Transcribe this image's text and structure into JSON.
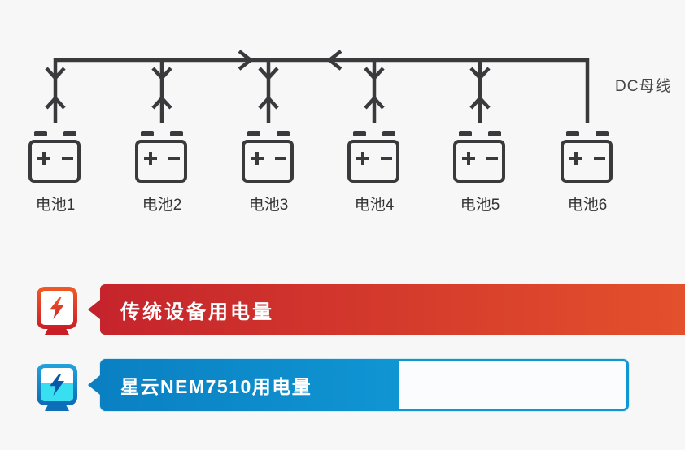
{
  "background_color": "#f7f7f8",
  "diagram": {
    "bus_label": "DC母线",
    "line_color": "#3a3a3c",
    "batteries": [
      "电池1",
      "电池2",
      "电池3",
      "电池4",
      "电池5",
      "电池6"
    ]
  },
  "legend": {
    "traditional": {
      "label": "传统设备用电量",
      "icon": "lightning-bolt-device-icon",
      "fill_percent": 100,
      "bar_color_start": "#c5242c",
      "bar_color_end": "#e9582c"
    },
    "nebula": {
      "label": "星云NEM7510用电量",
      "icon": "lightning-bolt-device-icon",
      "fill_percent": 56.5,
      "bar_color_start": "#0a80c2",
      "bar_color_end": "#1095d3",
      "track_outline_color": "#0f97d4"
    }
  }
}
